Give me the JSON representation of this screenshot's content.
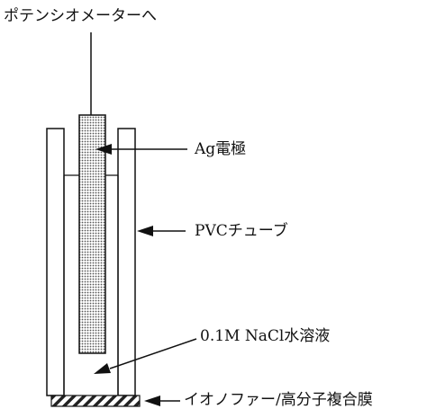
{
  "labels": {
    "potentiostat": "ポテンシオメーターへ",
    "ag_electrode": "Ag電極",
    "pvc_tube": "PVCチューブ",
    "nacl_solution": "0.1M NaCl水溶液",
    "ionophore_membrane": "イオノファー/高分子複合膜"
  }
}
